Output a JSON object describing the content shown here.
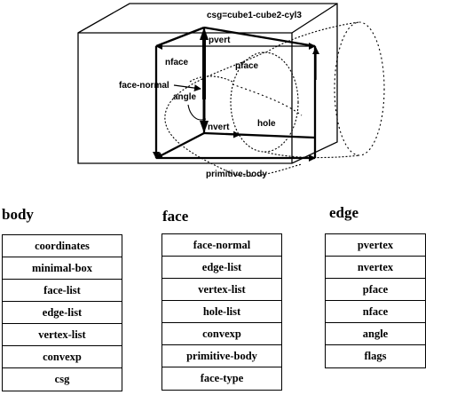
{
  "diagram": {
    "labels": {
      "csg": "csg=cube1-cube2-cyl3",
      "pvert": "pvert",
      "nface": "nface",
      "pface": "pface",
      "face_normal": "face-normal",
      "angle": "angle",
      "hole": "hole",
      "nvert": "nvert",
      "primitive_body": "primitive-body"
    }
  },
  "groups": [
    {
      "title": "body",
      "items": [
        "coordinates",
        "minimal-box",
        "face-list",
        "edge-list",
        "vertex-list",
        "convexp",
        "csg"
      ]
    },
    {
      "title": "face",
      "items": [
        "face-normal",
        "edge-list",
        "vertex-list",
        "hole-list",
        "convexp",
        "primitive-body",
        "face-type"
      ]
    },
    {
      "title": "edge",
      "items": [
        "pvertex",
        "nvertex",
        "pface",
        "nface",
        "angle",
        "flags"
      ]
    }
  ]
}
